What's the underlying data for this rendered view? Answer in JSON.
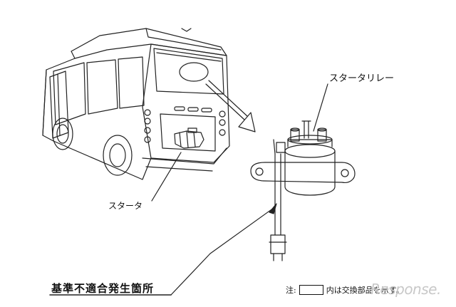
{
  "labels": {
    "starter_relay": "スタータリレー",
    "starter": "スタータ",
    "defect_location": "基準不適合発生箇所"
  },
  "note": {
    "prefix": "注:",
    "suffix": "内は交換部品を示す。"
  },
  "watermark": "Response."
}
